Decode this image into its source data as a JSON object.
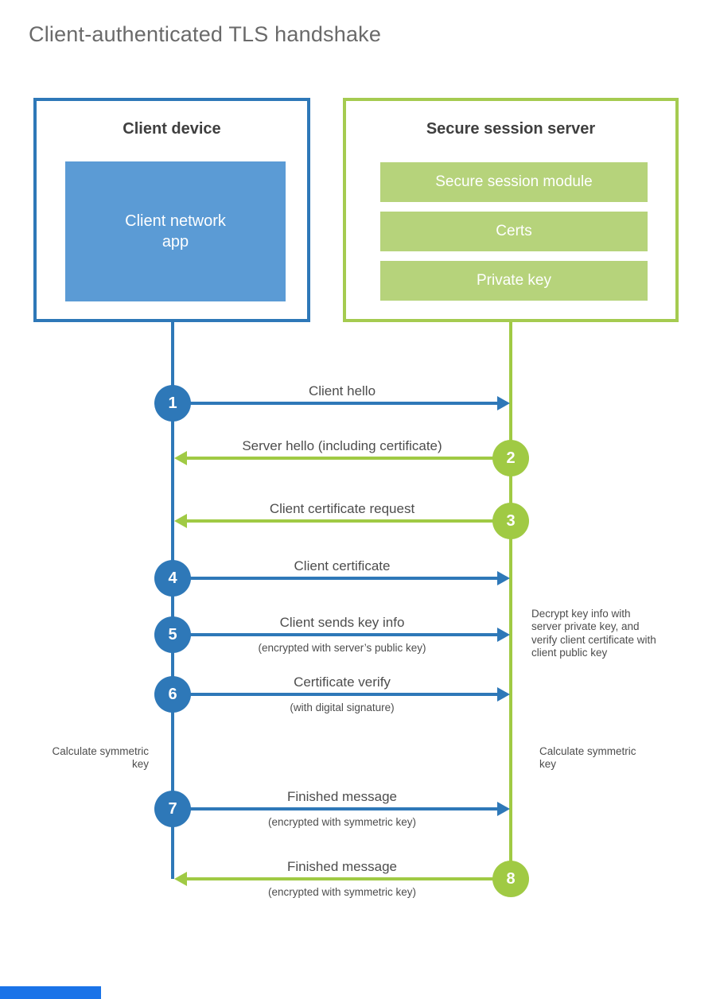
{
  "title": "Client-authenticated TLS handshake",
  "colors": {
    "blue_strong": "#2e78b8",
    "blue_light": "#5b9bd5",
    "green_strong": "#a0ca44",
    "green_light": "#b6d37b",
    "heading_text": "#3f3f3f",
    "label_text": "#4d4d4d",
    "title_text": "#6a6a6a"
  },
  "client": {
    "title": "Client device",
    "app_label": "Client network app"
  },
  "server": {
    "title": "Secure session server",
    "modules": [
      "Secure session module",
      "Certs",
      "Private key"
    ]
  },
  "messages": [
    {
      "num": "1",
      "direction": "right",
      "label": "Client hello"
    },
    {
      "num": "2",
      "direction": "left",
      "label": "Server hello (including certificate)"
    },
    {
      "num": "3",
      "direction": "left",
      "label": "Client certificate request"
    },
    {
      "num": "4",
      "direction": "right",
      "label": "Client certificate"
    },
    {
      "num": "5",
      "direction": "right",
      "label": "Client sends key info",
      "sub": "(encrypted with server’s public key)"
    },
    {
      "num": "6",
      "direction": "right",
      "label": "Certificate verify",
      "sub": "(with digital signature)"
    },
    {
      "num": "7",
      "direction": "right",
      "label": "Finished message",
      "sub": "(encrypted with symmetric key)"
    },
    {
      "num": "8",
      "direction": "left",
      "label": "Finished message",
      "sub": "(encrypted with symmetric key)"
    }
  ],
  "annotations": {
    "server_note": "Decrypt key info with server private key, and verify client certificate with client public key",
    "calc_left": "Calculate symmetric key",
    "calc_right": "Calculate symmetric key"
  }
}
